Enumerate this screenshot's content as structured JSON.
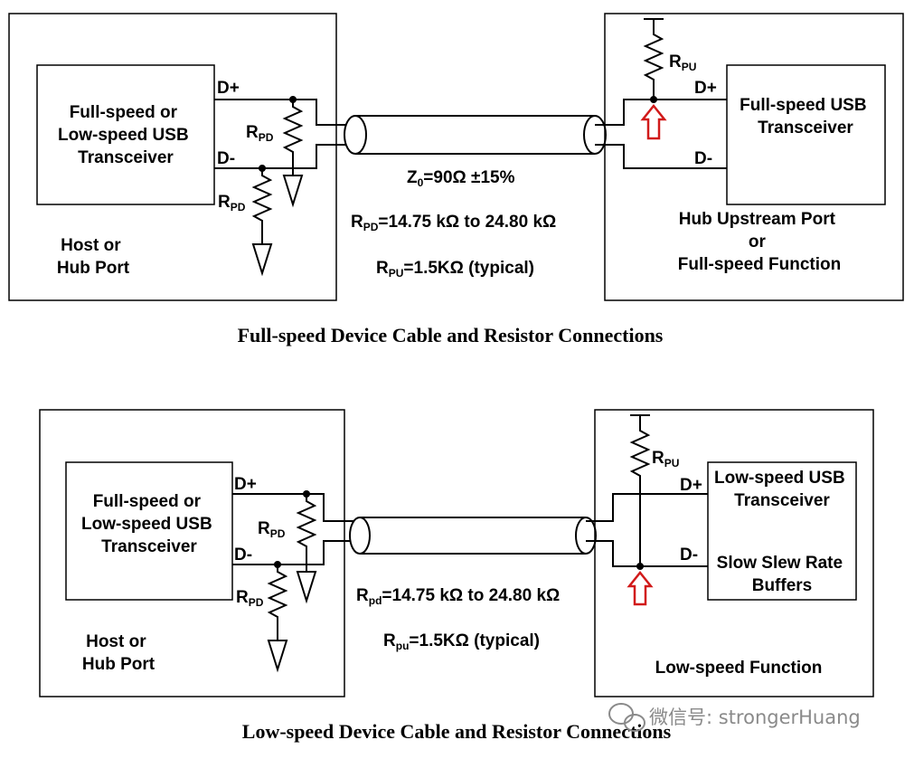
{
  "diagrams": [
    {
      "caption": "Full-speed Device Cable and Resistor Connections",
      "host_transceiver": [
        "Full-speed or",
        "Low-speed USB",
        "Transceiver"
      ],
      "host_port": [
        "Host or",
        "Hub Port"
      ],
      "device_transceiver": [
        "Full-speed USB",
        "Transceiver"
      ],
      "device_port": [
        "Hub Upstream Port",
        "or",
        "Full-speed Function"
      ],
      "dplus": "D+",
      "dminus": "D-",
      "r_main": "R",
      "pd_sub": "PD",
      "pu_sub": "PU",
      "z0_main": "Z",
      "z0_sub": "0",
      "z0_rest": "=90Ω ±15%",
      "rpd_main": "R",
      "rpd_sub": "PD",
      "rpd_rest": "=14.75 kΩ to 24.80 kΩ",
      "rpu_main": "R",
      "rpu_sub": "PU",
      "rpu_rest": "=1.5KΩ (typical)"
    },
    {
      "caption": "Low-speed Device Cable and Resistor Connections",
      "host_transceiver": [
        "Full-speed or",
        "Low-speed USB",
        "Transceiver"
      ],
      "host_port": [
        "Host or",
        "Hub Port"
      ],
      "device_transceiver": [
        "Low-speed USB",
        "Transceiver"
      ],
      "device_buffers": [
        "Slow Slew Rate",
        "Buffers"
      ],
      "device_port": [
        "Low-speed Function"
      ],
      "dplus": "D+",
      "dminus": "D-",
      "r_main": "R",
      "pd_sub": "PD",
      "pu_sub": "PU",
      "rpd_main": "R",
      "rpd_sub": "pd",
      "rpd_rest": "=14.75 kΩ to 24.80 kΩ",
      "rpu_main": "R",
      "rpu_sub": "pu",
      "rpu_rest": "=1.5KΩ (typical)"
    }
  ],
  "watermark": "微信号: strongerHuang",
  "colors": {
    "arrow": "#d11a1a",
    "line": "#000000",
    "watermark": "#8a8a8a"
  }
}
